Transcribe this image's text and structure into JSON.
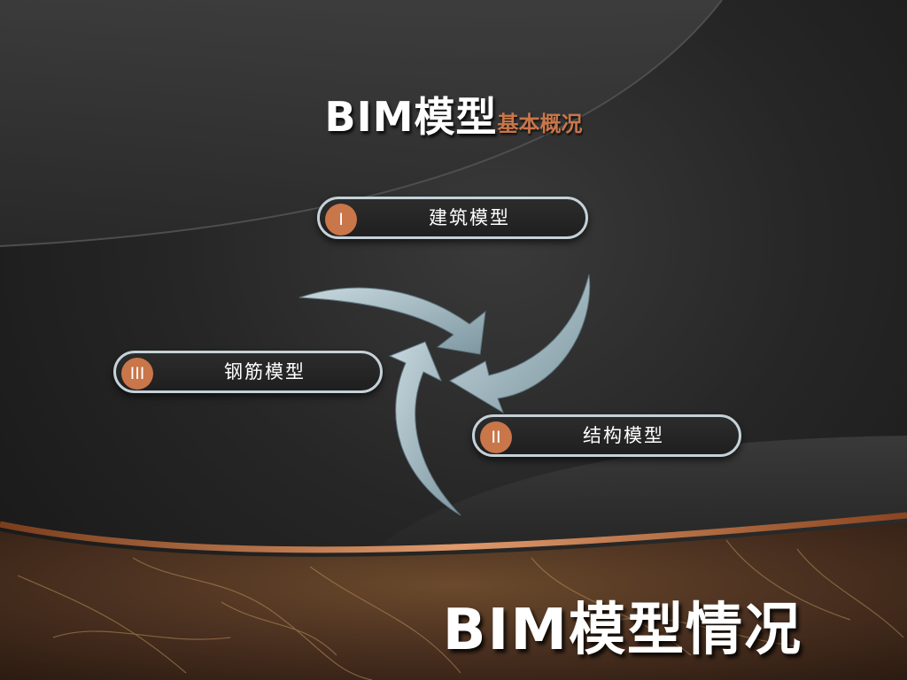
{
  "slide": {
    "title_main": "BIM模型",
    "title_sub": "基本概况",
    "big_title": "BIM模型情况"
  },
  "items": [
    {
      "number": "I",
      "label": "建筑模型"
    },
    {
      "number": "II",
      "label": "结构模型"
    },
    {
      "number": "III",
      "label": "钢筋模型"
    }
  ],
  "colors": {
    "accent": "#c8764a",
    "pill_border": "#c5d1d8",
    "arrow": "#9fb6bf"
  }
}
